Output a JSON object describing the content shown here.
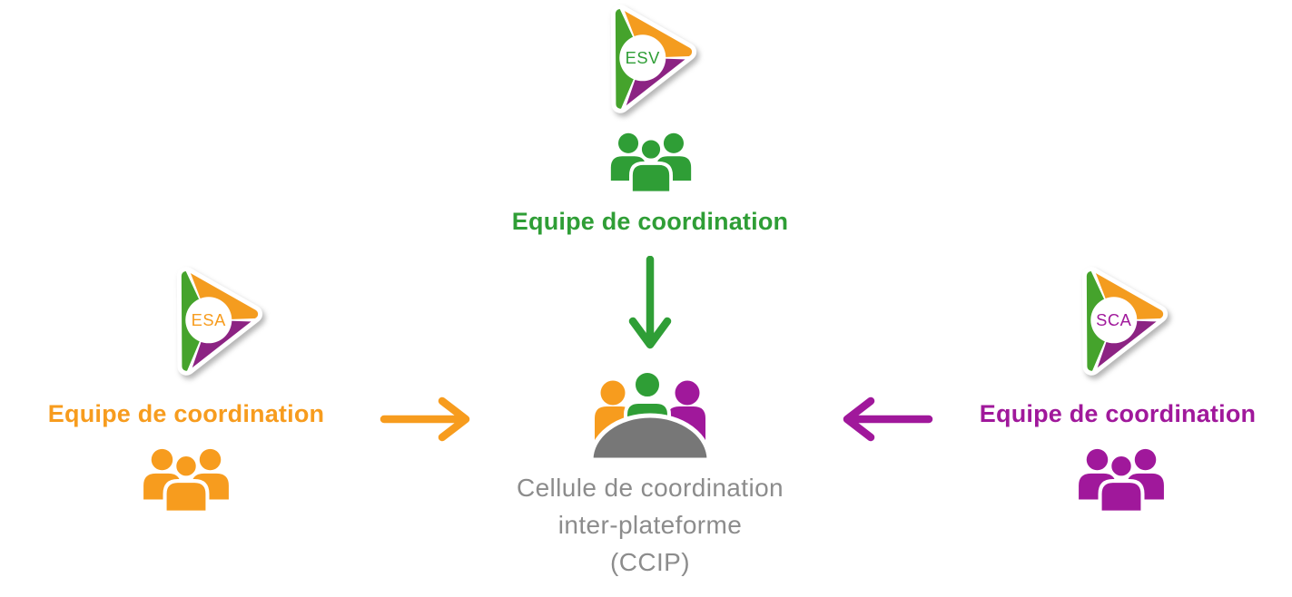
{
  "colors": {
    "green": "#2f9e36",
    "orange": "#f79c1e",
    "purple": "#a0189b",
    "logo_green": "#45a32c",
    "logo_orange": "#f49c1f",
    "logo_purple": "#8c2383",
    "table_gray": "#777777",
    "text_gray": "#8c8c8c"
  },
  "nodes": {
    "esv": {
      "logo": "ESV",
      "label": "Equipe de coordination"
    },
    "esa": {
      "logo": "ESA",
      "label": "Equipe de coordination"
    },
    "sca": {
      "logo": "SCA",
      "label": "Equipe de coordination"
    },
    "ccip": {
      "line1": "Cellule de coordination",
      "line2": "inter-plateforme",
      "line3": "(CCIP)"
    }
  },
  "icons": {
    "esv_team": "people-group",
    "esa_team": "people-group",
    "sca_team": "people-group",
    "ccip": "meeting-table",
    "esv_to_ccip": "arrow-down",
    "esa_to_ccip": "arrow-right",
    "sca_to_ccip": "arrow-left"
  }
}
